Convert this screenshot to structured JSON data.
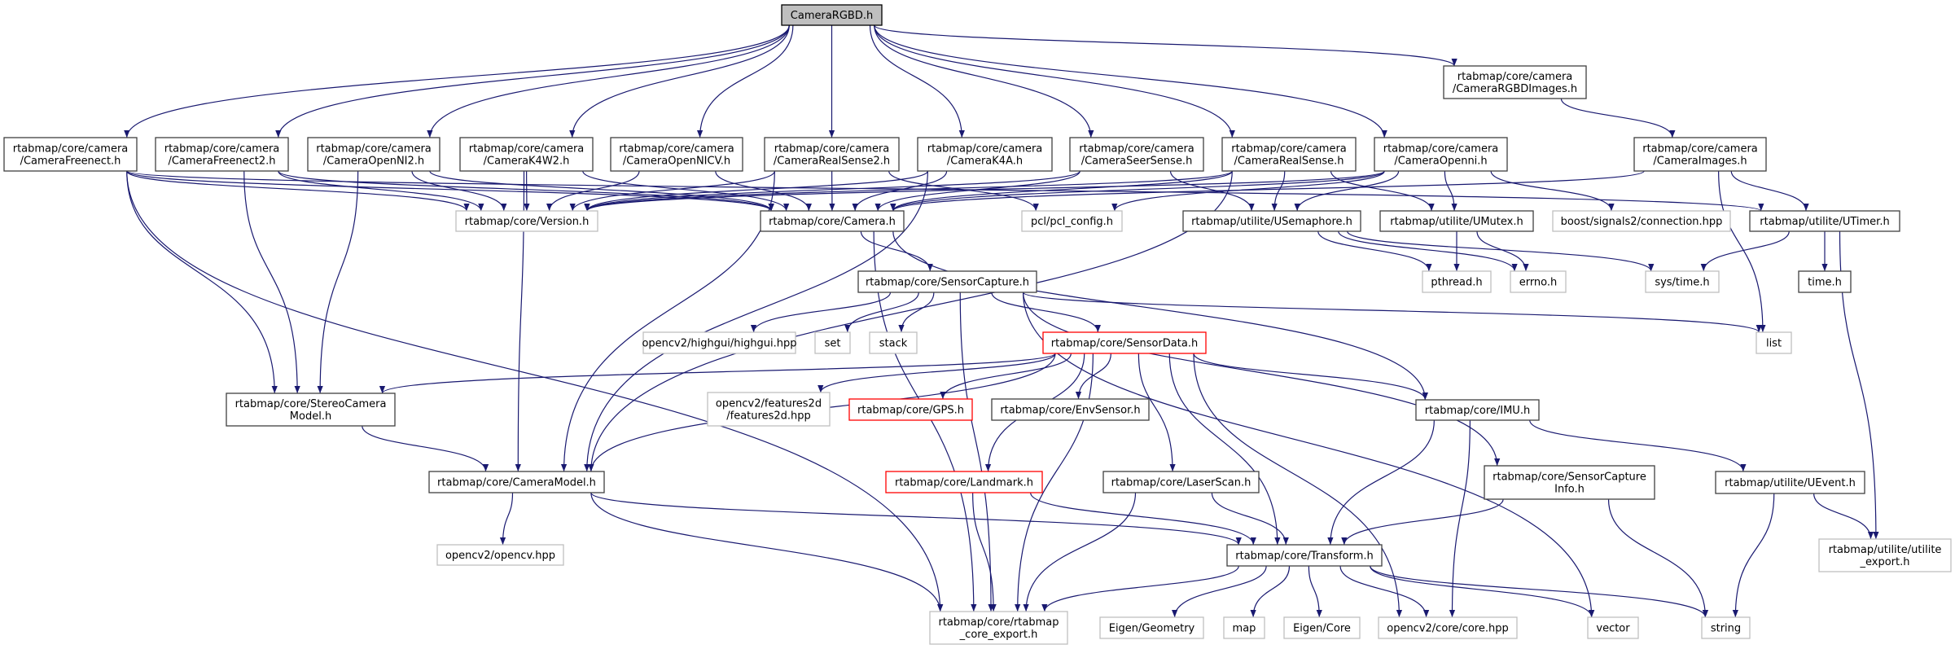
{
  "colors": {
    "edge": "#191970",
    "local_border": "#404040",
    "external_border": "#bfbfbf",
    "truncated_border": "#ff0000",
    "root_fill": "#bfbfbf"
  },
  "nodes": {
    "rgbd": {
      "lines": [
        "CameraRGBD.h"
      ],
      "kind": "root"
    },
    "freenect": {
      "lines": [
        "rtabmap/core/camera",
        "/CameraFreenect.h"
      ],
      "kind": "local"
    },
    "freenect2": {
      "lines": [
        "rtabmap/core/camera",
        "/CameraFreenect2.h"
      ],
      "kind": "local"
    },
    "openni2": {
      "lines": [
        "rtabmap/core/camera",
        "/CameraOpenNI2.h"
      ],
      "kind": "local"
    },
    "k4w2": {
      "lines": [
        "rtabmap/core/camera",
        "/CameraK4W2.h"
      ],
      "kind": "local"
    },
    "openicv": {
      "lines": [
        "rtabmap/core/camera",
        "/CameraOpenNICV.h"
      ],
      "kind": "local"
    },
    "realsense2": {
      "lines": [
        "rtabmap/core/camera",
        "/CameraRealSense2.h"
      ],
      "kind": "local"
    },
    "k4a": {
      "lines": [
        "rtabmap/core/camera",
        "/CameraK4A.h"
      ],
      "kind": "local"
    },
    "seersense": {
      "lines": [
        "rtabmap/core/camera",
        "/CameraSeerSense.h"
      ],
      "kind": "local"
    },
    "realsense": {
      "lines": [
        "rtabmap/core/camera",
        "/CameraRealSense.h"
      ],
      "kind": "local"
    },
    "openni": {
      "lines": [
        "rtabmap/core/camera",
        "/CameraOpenni.h"
      ],
      "kind": "local"
    },
    "rgbdimages": {
      "lines": [
        "rtabmap/core/camera",
        "/CameraRGBDImages.h"
      ],
      "kind": "local"
    },
    "cameraimages": {
      "lines": [
        "rtabmap/core/camera",
        "/CameraImages.h"
      ],
      "kind": "local"
    },
    "version": {
      "lines": [
        "rtabmap/core/Version.h"
      ],
      "kind": "external"
    },
    "camera": {
      "lines": [
        "rtabmap/core/Camera.h"
      ],
      "kind": "local"
    },
    "pcl": {
      "lines": [
        "pcl/pcl_config.h"
      ],
      "kind": "external"
    },
    "usemaphore": {
      "lines": [
        "rtabmap/utilite/USemaphore.h"
      ],
      "kind": "local"
    },
    "umutex": {
      "lines": [
        "rtabmap/utilite/UMutex.h"
      ],
      "kind": "local"
    },
    "boost": {
      "lines": [
        "boost/signals2/connection.hpp"
      ],
      "kind": "external"
    },
    "utimer": {
      "lines": [
        "rtabmap/utilite/UTimer.h"
      ],
      "kind": "local"
    },
    "sensorcapture": {
      "lines": [
        "rtabmap/core/SensorCapture.h"
      ],
      "kind": "local"
    },
    "pthread": {
      "lines": [
        "pthread.h"
      ],
      "kind": "external"
    },
    "errno": {
      "lines": [
        "errno.h"
      ],
      "kind": "external"
    },
    "systime": {
      "lines": [
        "sys/time.h"
      ],
      "kind": "external"
    },
    "timeh": {
      "lines": [
        "time.h"
      ],
      "kind": "local"
    },
    "highgui": {
      "lines": [
        "opencv2/highgui/highgui.hpp"
      ],
      "kind": "external"
    },
    "set": {
      "lines": [
        "set"
      ],
      "kind": "external"
    },
    "stack": {
      "lines": [
        "stack"
      ],
      "kind": "external"
    },
    "sensordata": {
      "lines": [
        "rtabmap/core/SensorData.h"
      ],
      "kind": "truncated"
    },
    "list": {
      "lines": [
        "list"
      ],
      "kind": "external"
    },
    "stereo": {
      "lines": [
        "rtabmap/core/StereoCamera",
        "Model.h"
      ],
      "kind": "local"
    },
    "features2d": {
      "lines": [
        "opencv2/features2d",
        "/features2d.hpp"
      ],
      "kind": "external"
    },
    "gps": {
      "lines": [
        "rtabmap/core/GPS.h"
      ],
      "kind": "truncated"
    },
    "envsensor": {
      "lines": [
        "rtabmap/core/EnvSensor.h"
      ],
      "kind": "local"
    },
    "imu": {
      "lines": [
        "rtabmap/core/IMU.h"
      ],
      "kind": "local"
    },
    "cameramodel": {
      "lines": [
        "rtabmap/core/CameraModel.h"
      ],
      "kind": "local"
    },
    "landmark": {
      "lines": [
        "rtabmap/core/Landmark.h"
      ],
      "kind": "truncated"
    },
    "laserscan": {
      "lines": [
        "rtabmap/core/LaserScan.h"
      ],
      "kind": "local"
    },
    "scinfo": {
      "lines": [
        "rtabmap/core/SensorCapture",
        "Info.h"
      ],
      "kind": "local"
    },
    "uevent": {
      "lines": [
        "rtabmap/utilite/UEvent.h"
      ],
      "kind": "local"
    },
    "opencvhpp": {
      "lines": [
        "opencv2/opencv.hpp"
      ],
      "kind": "external"
    },
    "transform": {
      "lines": [
        "rtabmap/core/Transform.h"
      ],
      "kind": "local"
    },
    "utilexport": {
      "lines": [
        "rtabmap/utilite/utilite",
        "_export.h"
      ],
      "kind": "external"
    },
    "coreexport": {
      "lines": [
        "rtabmap/core/rtabmap",
        "_core_export.h"
      ],
      "kind": "external"
    },
    "eigengeom": {
      "lines": [
        "Eigen/Geometry"
      ],
      "kind": "external"
    },
    "map": {
      "lines": [
        "map"
      ],
      "kind": "external"
    },
    "eigencore": {
      "lines": [
        "Eigen/Core"
      ],
      "kind": "external"
    },
    "corehpp": {
      "lines": [
        "opencv2/core/core.hpp"
      ],
      "kind": "external"
    },
    "vector": {
      "lines": [
        "vector"
      ],
      "kind": "external"
    },
    "string": {
      "lines": [
        "string"
      ],
      "kind": "external"
    }
  },
  "edges": [
    [
      "rgbd",
      "freenect"
    ],
    [
      "rgbd",
      "freenect2"
    ],
    [
      "rgbd",
      "openni2"
    ],
    [
      "rgbd",
      "k4w2"
    ],
    [
      "rgbd",
      "openicv"
    ],
    [
      "rgbd",
      "realsense2"
    ],
    [
      "rgbd",
      "k4a"
    ],
    [
      "rgbd",
      "seersense"
    ],
    [
      "rgbd",
      "realsense"
    ],
    [
      "rgbd",
      "openni"
    ],
    [
      "rgbd",
      "rgbdimages"
    ],
    [
      "rgbdimages",
      "cameraimages"
    ],
    [
      "freenect",
      "version"
    ],
    [
      "freenect",
      "camera"
    ],
    [
      "freenect",
      "utimer"
    ],
    [
      "freenect",
      "stereo"
    ],
    [
      "freenect",
      "coreexport"
    ],
    [
      "freenect2",
      "version"
    ],
    [
      "freenect2",
      "camera"
    ],
    [
      "freenect2",
      "stereo"
    ],
    [
      "openni2",
      "version"
    ],
    [
      "openni2",
      "camera"
    ],
    [
      "openni2",
      "stereo"
    ],
    [
      "k4w2",
      "version"
    ],
    [
      "k4w2",
      "camera"
    ],
    [
      "k4w2",
      "cameramodel"
    ],
    [
      "openicv",
      "version"
    ],
    [
      "openicv",
      "camera"
    ],
    [
      "realsense2",
      "version"
    ],
    [
      "realsense2",
      "camera"
    ],
    [
      "realsense2",
      "cameramodel"
    ],
    [
      "realsense2",
      "pcl"
    ],
    [
      "k4a",
      "version"
    ],
    [
      "k4a",
      "camera"
    ],
    [
      "k4a",
      "cameramodel"
    ],
    [
      "seersense",
      "version"
    ],
    [
      "seersense",
      "camera"
    ],
    [
      "seersense",
      "usemaphore"
    ],
    [
      "realsense",
      "version"
    ],
    [
      "realsense",
      "camera"
    ],
    [
      "realsense",
      "usemaphore"
    ],
    [
      "realsense",
      "umutex"
    ],
    [
      "realsense",
      "cameramodel"
    ],
    [
      "openni",
      "version"
    ],
    [
      "openni",
      "camera"
    ],
    [
      "openni",
      "usemaphore"
    ],
    [
      "openni",
      "umutex"
    ],
    [
      "openni",
      "boost"
    ],
    [
      "openni",
      "pcl"
    ],
    [
      "cameraimages",
      "camera"
    ],
    [
      "cameraimages",
      "utimer"
    ],
    [
      "cameraimages",
      "list"
    ],
    [
      "camera",
      "sensorcapture"
    ],
    [
      "camera",
      "imu"
    ],
    [
      "camera",
      "coreexport"
    ],
    [
      "usemaphore",
      "pthread"
    ],
    [
      "usemaphore",
      "errno"
    ],
    [
      "usemaphore",
      "systime"
    ],
    [
      "umutex",
      "pthread"
    ],
    [
      "umutex",
      "errno"
    ],
    [
      "utimer",
      "systime"
    ],
    [
      "utimer",
      "timeh"
    ],
    [
      "utimer",
      "utilexport"
    ],
    [
      "sensorcapture",
      "highgui"
    ],
    [
      "sensorcapture",
      "set"
    ],
    [
      "sensorcapture",
      "stack"
    ],
    [
      "sensorcapture",
      "sensordata"
    ],
    [
      "sensorcapture",
      "list"
    ],
    [
      "sensorcapture",
      "scinfo"
    ],
    [
      "sensorcapture",
      "vector"
    ],
    [
      "sensorcapture",
      "coreexport"
    ],
    [
      "sensordata",
      "stereo"
    ],
    [
      "sensordata",
      "cameramodel"
    ],
    [
      "sensordata",
      "features2d"
    ],
    [
      "sensordata",
      "gps"
    ],
    [
      "sensordata",
      "envsensor"
    ],
    [
      "sensordata",
      "imu"
    ],
    [
      "sensordata",
      "landmark"
    ],
    [
      "sensordata",
      "laserscan"
    ],
    [
      "sensordata",
      "transform"
    ],
    [
      "sensordata",
      "corehpp"
    ],
    [
      "sensordata",
      "coreexport"
    ],
    [
      "stereo",
      "cameramodel"
    ],
    [
      "cameramodel",
      "opencvhpp"
    ],
    [
      "cameramodel",
      "transform"
    ],
    [
      "cameramodel",
      "coreexport"
    ],
    [
      "imu",
      "transform"
    ],
    [
      "imu",
      "corehpp"
    ],
    [
      "imu",
      "uevent"
    ],
    [
      "uevent",
      "string"
    ],
    [
      "uevent",
      "utilexport"
    ],
    [
      "landmark",
      "transform"
    ],
    [
      "landmark",
      "coreexport"
    ],
    [
      "laserscan",
      "transform"
    ],
    [
      "laserscan",
      "coreexport"
    ],
    [
      "scinfo",
      "transform"
    ],
    [
      "scinfo",
      "string"
    ],
    [
      "transform",
      "coreexport"
    ],
    [
      "transform",
      "eigengeom"
    ],
    [
      "transform",
      "map"
    ],
    [
      "transform",
      "eigencore"
    ],
    [
      "transform",
      "corehpp"
    ],
    [
      "transform",
      "vector"
    ],
    [
      "transform",
      "string"
    ]
  ]
}
